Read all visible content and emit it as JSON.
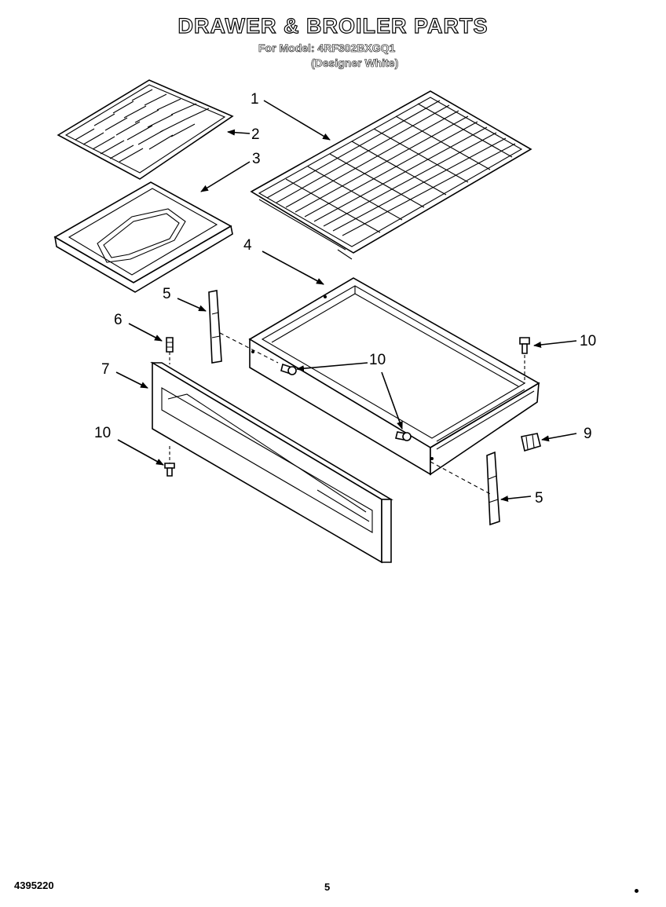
{
  "header": {
    "title": "DRAWER & BROILER PARTS",
    "model_line": "For Model: 4RF302BXGQ1",
    "color_line": "(Designer White)"
  },
  "callouts": {
    "c1": "1",
    "c2": "2",
    "c3": "3",
    "c4": "4",
    "c5a": "5",
    "c5b": "5",
    "c6": "6",
    "c7": "7",
    "c9": "9",
    "c10a": "10",
    "c10b": "10",
    "c10c": "10"
  },
  "footer": {
    "doc_number": "4395220",
    "page_number": "5"
  }
}
